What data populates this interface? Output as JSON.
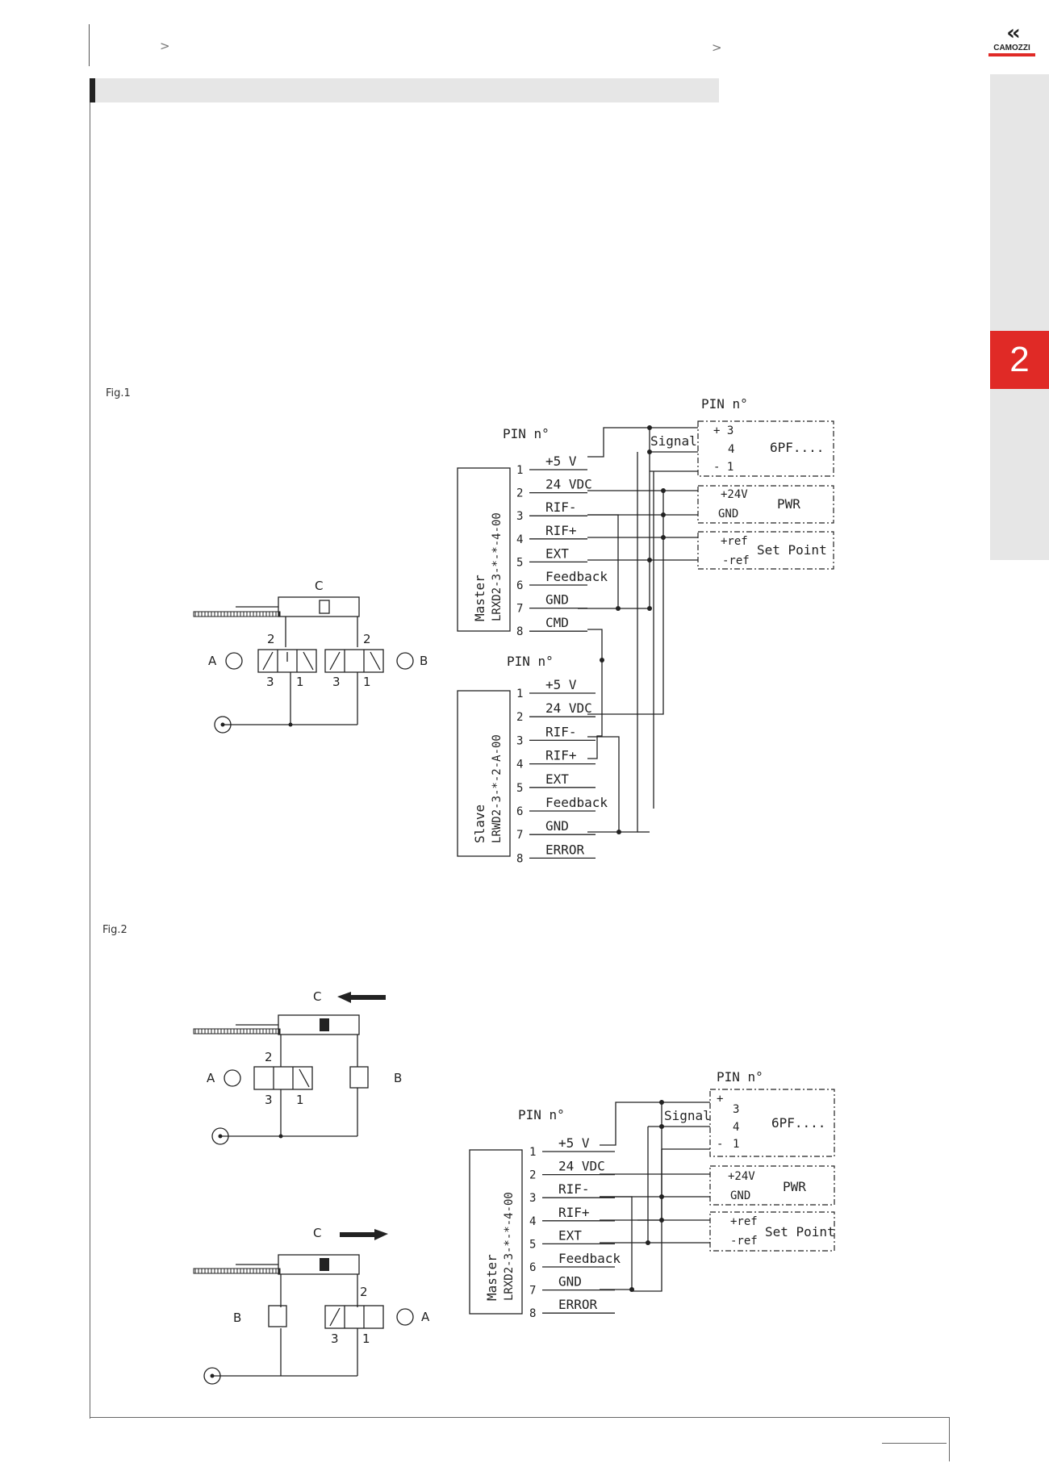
{
  "header": {
    "crumb_left": ">",
    "crumb_right": ">",
    "brand": "CAMOZZI",
    "section_number": "2"
  },
  "figures": {
    "fig1_label": "Fig.1",
    "fig2_label": "Fig.2"
  },
  "pneumatic": {
    "cylinder": "C",
    "port_a": "A",
    "port_b": "B",
    "port_2": "2",
    "port_3": "3",
    "port_1": "1"
  },
  "wiring": {
    "pin_header": "PIN n°",
    "signal": "Signal",
    "device_6pf": "6PF....",
    "pwr": "PWR",
    "set_point": "Set Point",
    "plus_24v": "+24V",
    "gnd": "GND",
    "plus_ref": "+ref",
    "minus_ref": "-ref",
    "pin_plus3": "+ 3",
    "pin_4": "4",
    "pin_minus1": "- 1",
    "master_label": "Master",
    "master_model_fig1": "LRXD2-3-*-*-4-00",
    "slave_label": "Slave",
    "slave_model": "LRWD2-3-*-2-A-00",
    "master_model_fig2": "LRXD2-3-*-*-4-00",
    "pins_master_fig1": [
      {
        "n": "1",
        "name": "+5 V"
      },
      {
        "n": "2",
        "name": "24 VDC"
      },
      {
        "n": "3",
        "name": "RIF-"
      },
      {
        "n": "4",
        "name": "RIF+"
      },
      {
        "n": "5",
        "name": "EXT"
      },
      {
        "n": "6",
        "name": "Feedback"
      },
      {
        "n": "7",
        "name": "GND"
      },
      {
        "n": "8",
        "name": "CMD"
      }
    ],
    "pins_slave": [
      {
        "n": "1",
        "name": "+5 V"
      },
      {
        "n": "2",
        "name": "24 VDC"
      },
      {
        "n": "3",
        "name": "RIF-"
      },
      {
        "n": "4",
        "name": "RIF+"
      },
      {
        "n": "5",
        "name": "EXT"
      },
      {
        "n": "6",
        "name": "Feedback"
      },
      {
        "n": "7",
        "name": "GND"
      },
      {
        "n": "8",
        "name": "ERROR"
      }
    ],
    "pins_master_fig2": [
      {
        "n": "1",
        "name": "+5 V"
      },
      {
        "n": "2",
        "name": "24 VDC"
      },
      {
        "n": "3",
        "name": "RIF-"
      },
      {
        "n": "4",
        "name": "RIF+"
      },
      {
        "n": "5",
        "name": "EXT"
      },
      {
        "n": "6",
        "name": "Feedback"
      },
      {
        "n": "7",
        "name": "GND"
      },
      {
        "n": "8",
        "name": "ERROR"
      }
    ]
  },
  "colors": {
    "brand_red": "#e02a26",
    "panel_grey": "#e6e6e6"
  }
}
